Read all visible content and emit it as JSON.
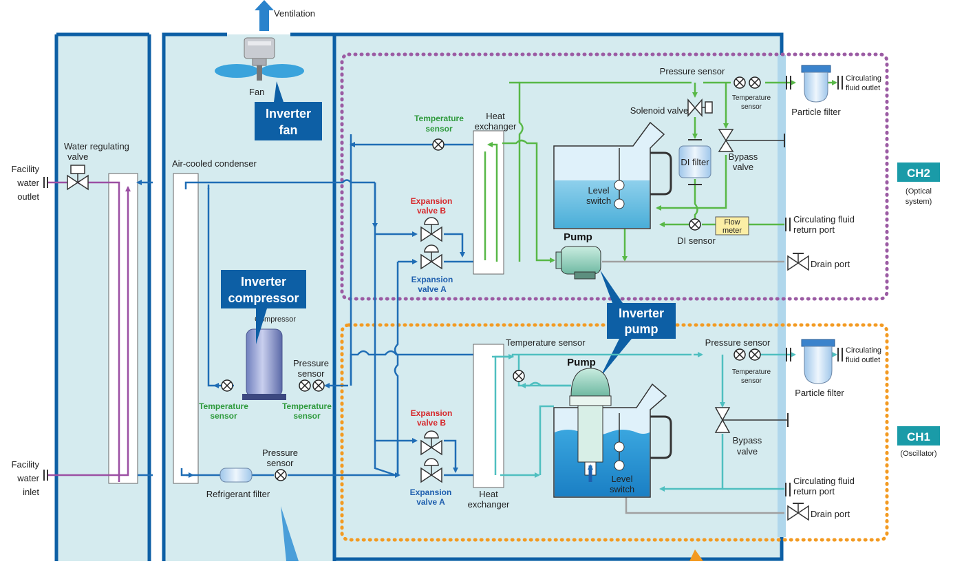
{
  "labels": {
    "ventilation": "Ventilation",
    "fan": "Fan",
    "inverter_fan": [
      "Inverter",
      "fan"
    ],
    "water_regulating_valve": [
      "Water regulating",
      "valve"
    ],
    "facility_water_outlet": [
      "Facility",
      "water",
      "outlet"
    ],
    "facility_water_inlet": [
      "Facility",
      "water",
      "inlet"
    ],
    "air_cooled_condenser": "Air-cooled condenser",
    "inverter_compressor": [
      "Inverter",
      "compressor"
    ],
    "compressor": "Compressor",
    "pressure_sensor_comp": [
      "Pressure",
      "sensor"
    ],
    "temperature_sensor_comp_left": [
      "Temperature",
      "sensor"
    ],
    "temperature_sensor_comp_right": [
      "Temperature",
      "sensor"
    ],
    "refrigerant_filter": "Refrigerant filter",
    "pressure_sensor_ref": [
      "Pressure",
      "sensor"
    ],
    "inverter_pump": [
      "Inverter",
      "pump"
    ]
  },
  "ch2": {
    "badge": "CH2",
    "subtitle": [
      "(Optical",
      "system)"
    ],
    "pressure_sensor": "Pressure sensor",
    "temperature_sensor_top": [
      "Temperature",
      "sensor"
    ],
    "circulating_fluid_outlet": [
      "Circulating",
      "fluid outlet"
    ],
    "particle_filter": "Particle filter",
    "solenoid_valve": "Solenoid valve",
    "di_filter": "DI filter",
    "bypass_valve": [
      "Bypass",
      "valve"
    ],
    "level_switch": [
      "Level",
      "switch"
    ],
    "di_sensor": "DI sensor",
    "flow_meter": [
      "Flow",
      "meter"
    ],
    "return_port": [
      "Circulating fluid",
      "return port"
    ],
    "drain_port": "Drain port",
    "pump": "Pump",
    "temperature_sensor_hx": [
      "Temperature",
      "sensor"
    ],
    "heat_exchanger": [
      "Heat",
      "exchanger"
    ],
    "expansion_valve_b": [
      "Expansion",
      "valve B"
    ],
    "expansion_valve_a": [
      "Expansion",
      "valve A"
    ]
  },
  "ch1": {
    "badge": "CH1",
    "subtitle": "(Oscillator)",
    "temperature_sensor_hx": "Temperature sensor",
    "pump": "Pump",
    "pressure_sensor": "Pressure sensor",
    "temperature_sensor_top": [
      "Temperature",
      "sensor"
    ],
    "circulating_fluid_outlet": [
      "Circulating",
      "fluid outlet"
    ],
    "particle_filter": "Particle filter",
    "bypass_valve": [
      "Bypass",
      "valve"
    ],
    "level_switch": [
      "Level",
      "switch"
    ],
    "return_port": [
      "Circulating fluid",
      "return port"
    ],
    "drain_port": "Drain port",
    "expansion_valve_b": [
      "Expansion",
      "valve B"
    ],
    "expansion_valve_a": [
      "Expansion",
      "valve A"
    ],
    "heat_exchanger": [
      "Heat",
      "exchanger"
    ]
  },
  "colors": {
    "refrigerant": "#1f6db5",
    "facility_water": "#9b4fa3",
    "ch2_fluid": "#58b847",
    "ch1_fluid": "#4fbfc0",
    "drain": "#a0a0a0",
    "panel_bg": "#d5ebef",
    "frame": "#0d5fa5",
    "ch2_border": "#9b5ba3",
    "ch1_border": "#f39a21",
    "callout": "#0d5fa5",
    "badge": "#1a9ba8"
  }
}
